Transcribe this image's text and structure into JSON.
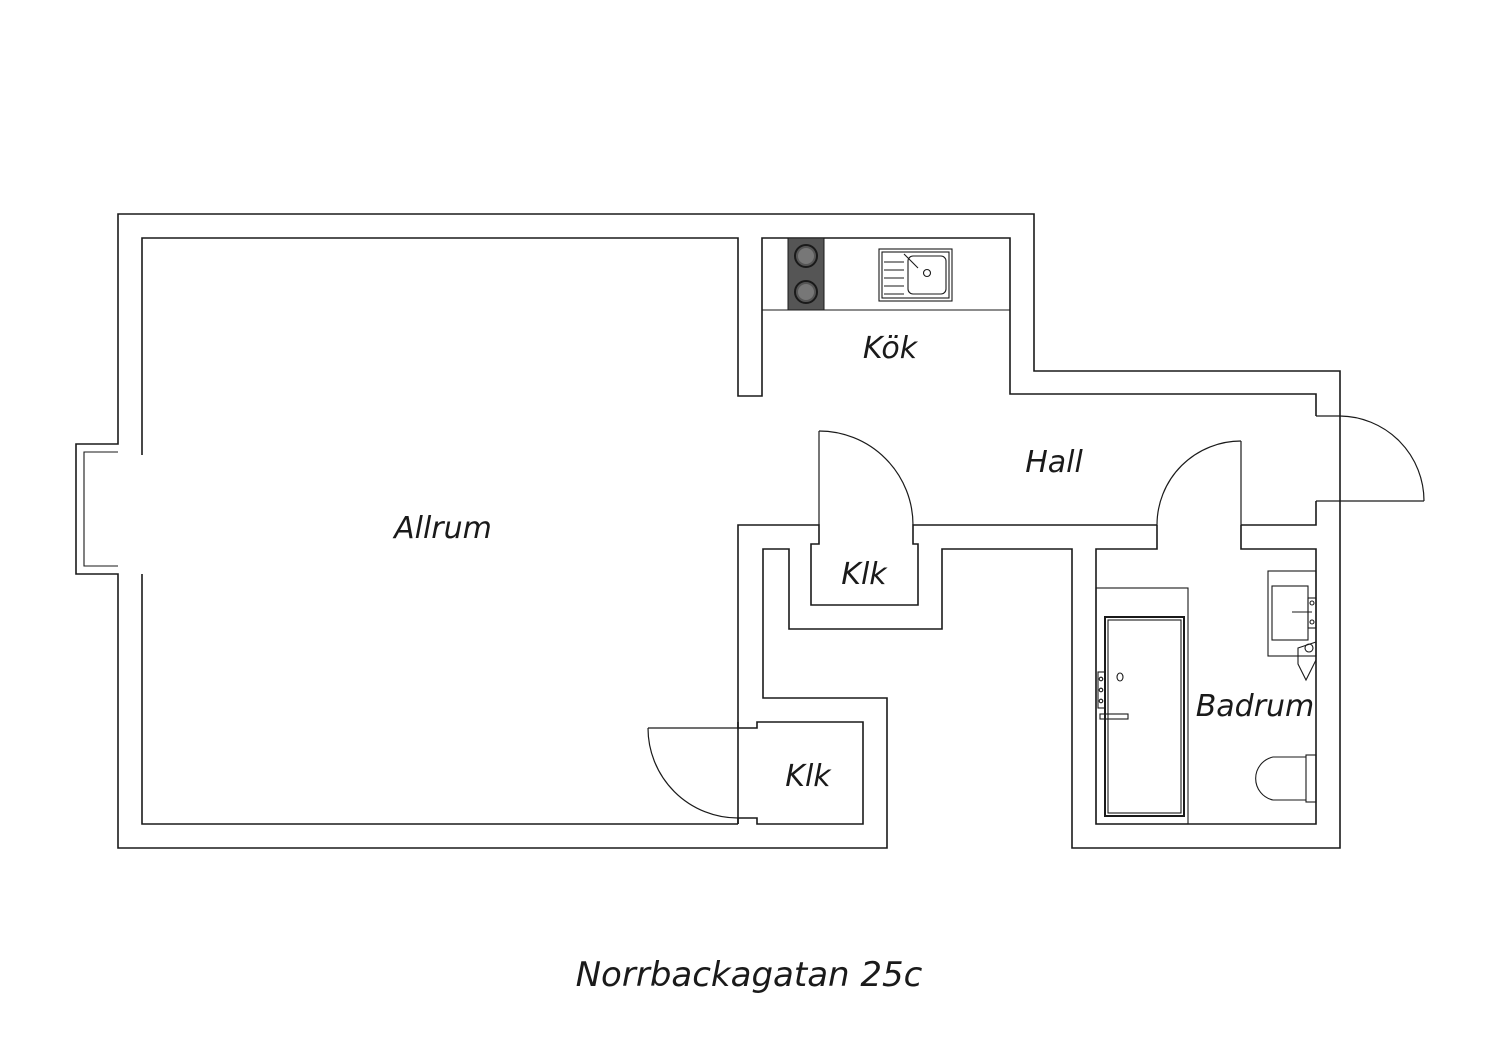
{
  "rooms": {
    "allrum": "Allrum",
    "kok": "Kök",
    "hall": "Hall",
    "klk_top": "Klk",
    "klk_bottom": "Klk",
    "badrum": "Badrum"
  },
  "caption": "Norrbackagatan 25c",
  "fixtures": {
    "stove": "stove-icon",
    "sink": "kitchen-sink-icon",
    "shower": "shower-icon",
    "washbasin": "washbasin-icon",
    "toilet": "toilet-icon"
  },
  "colors": {
    "line": "#1a1a1a",
    "stove_fill": "#555555",
    "background": "#ffffff"
  }
}
